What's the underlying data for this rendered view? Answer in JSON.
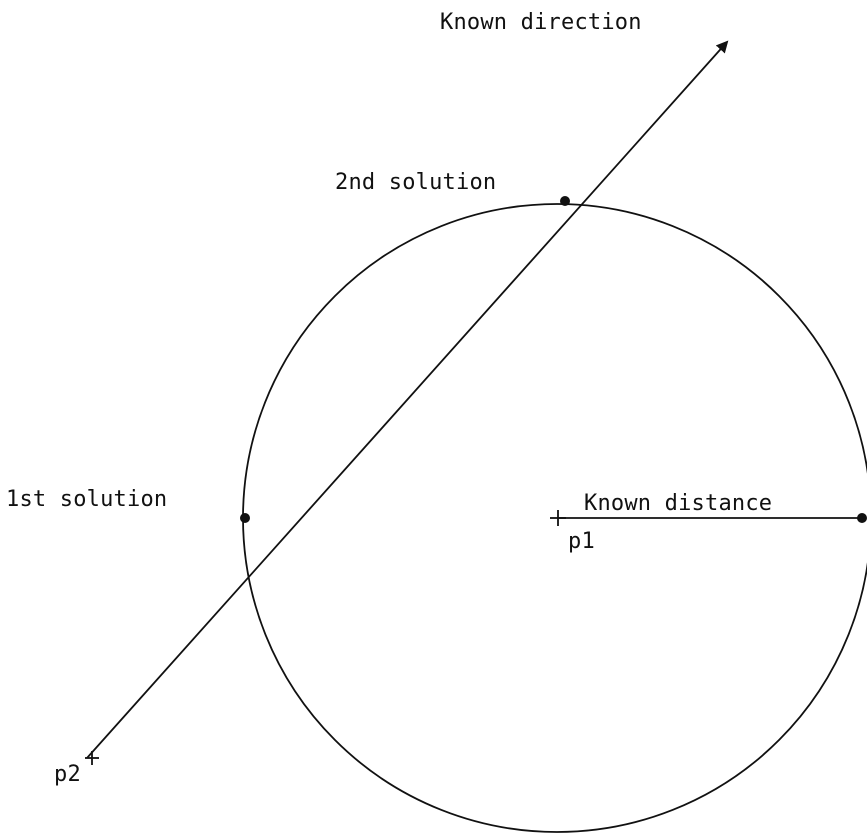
{
  "diagram": {
    "labels": {
      "known_direction": "Known direction",
      "second_solution": "2nd solution",
      "first_solution": "1st solution",
      "known_distance": "Known distance",
      "p1": "p1",
      "p2": "p2"
    },
    "colors": {
      "ink": "#111111",
      "background": "#ffffff"
    },
    "icons": {
      "arrow": "arrowhead-icon",
      "point": "cross-mark-icon",
      "solution": "solution-dot-icon"
    }
  }
}
